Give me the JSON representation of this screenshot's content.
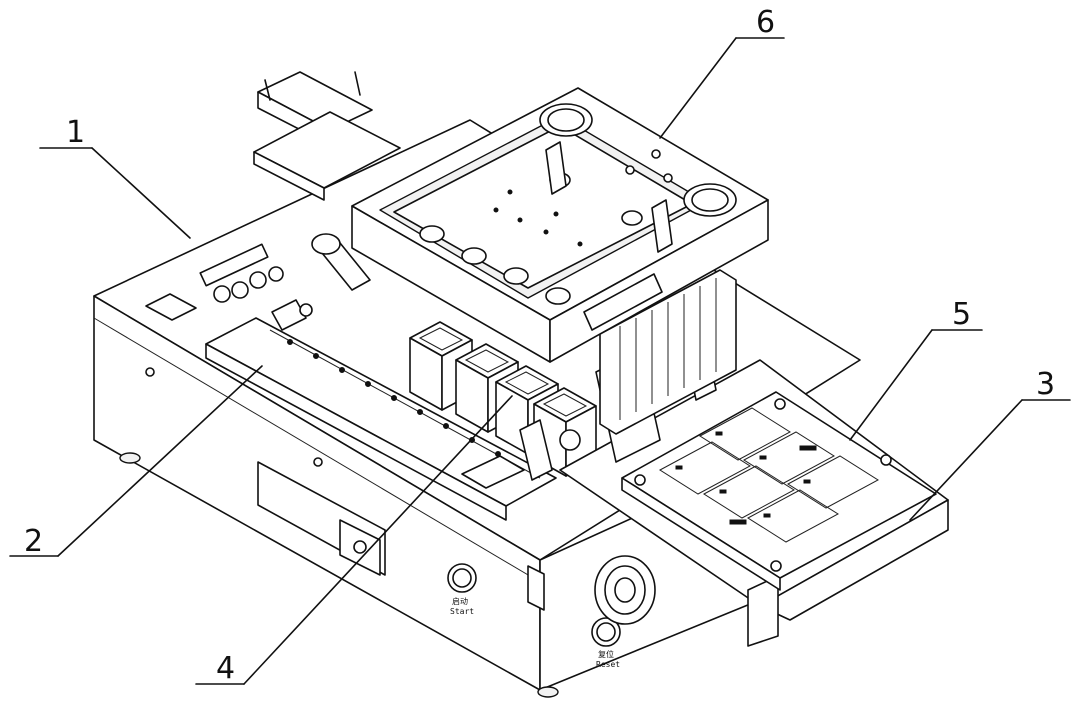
{
  "callouts": [
    {
      "id": "1",
      "label": "1"
    },
    {
      "id": "2",
      "label": "2"
    },
    {
      "id": "3",
      "label": "3"
    },
    {
      "id": "4",
      "label": "4"
    },
    {
      "id": "5",
      "label": "5"
    },
    {
      "id": "6",
      "label": "6"
    }
  ],
  "panel_labels": {
    "start": "Start",
    "start_cn": "启动",
    "reset": "Reset",
    "reset_cn": "复位"
  }
}
